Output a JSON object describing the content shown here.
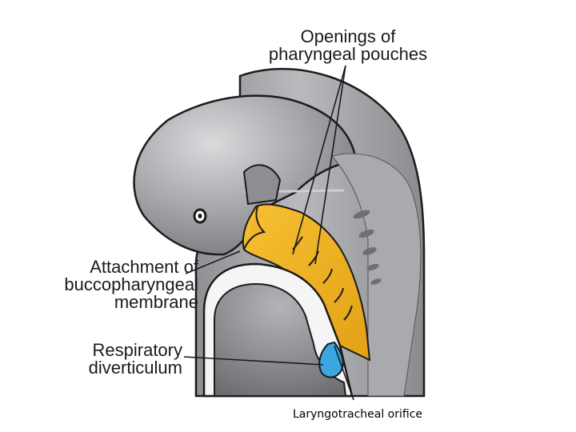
{
  "labels": {
    "openings": {
      "line1": "Openings of",
      "line2": "pharyngeal pouches"
    },
    "attachment": {
      "line1": "Attachment of",
      "line2": "buccopharyngeal",
      "line3": "membrane"
    },
    "respiratory": {
      "line1": "Respiratory",
      "line2": "diverticulum"
    },
    "laryngotracheal": "Laryngotracheal orifice"
  },
  "colors": {
    "embryo_gray": "#9c9da1",
    "pharynx_yellow": "#f1b627",
    "diverticulum_blue": "#3aa7e0",
    "outline": "#1b1b1b"
  }
}
